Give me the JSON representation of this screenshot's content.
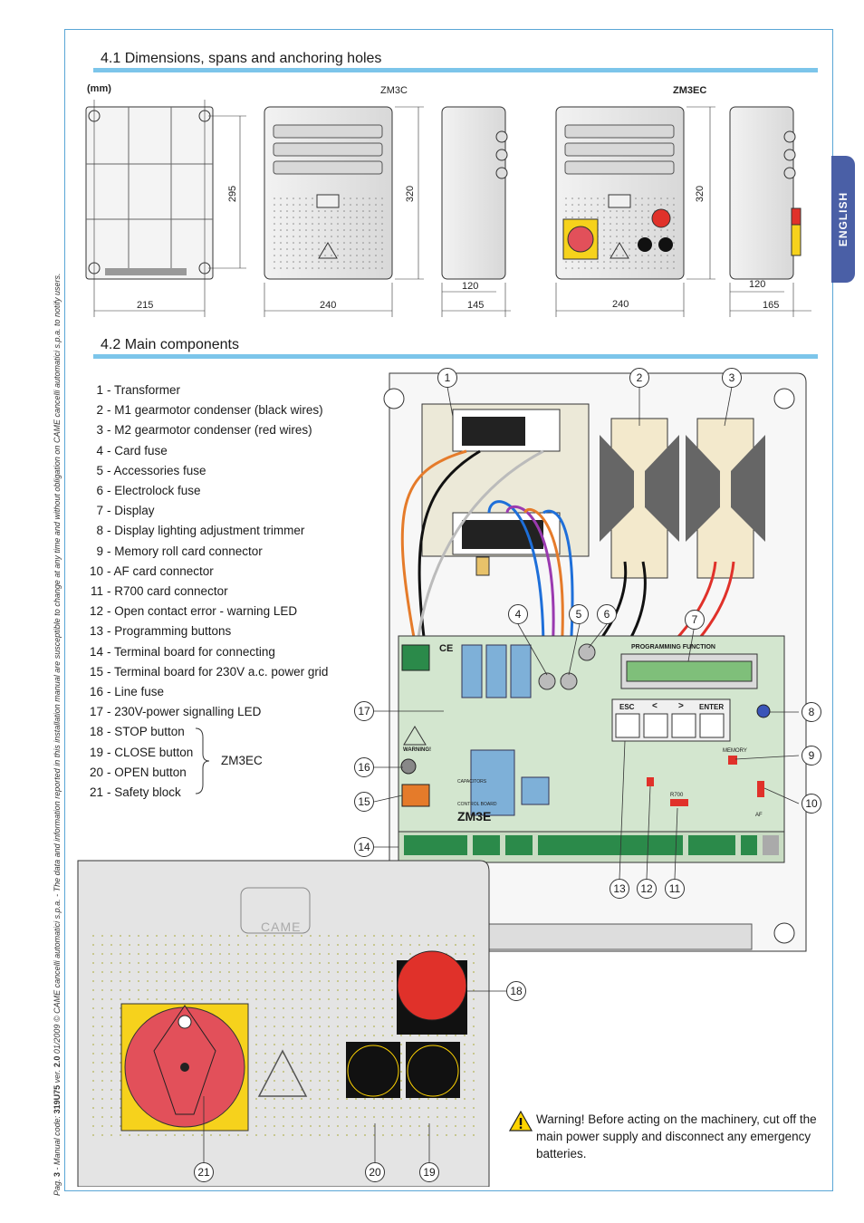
{
  "sidebar_tab": "ENGLISH",
  "footer": {
    "page_label": "Pag.",
    "page_number": "3",
    "manual_label": "- Manual code:",
    "manual_code": "319U75",
    "version_label": "ver.",
    "version": "2.0",
    "date": "01/2009",
    "copyright": "© CAME cancelli automatici s.p.a. - The data and information reported in this installation manual are susceptible to change at any time and without obligation on CAME cancelli automatici s.p.a. to notify users."
  },
  "section1": {
    "title": "4.1 Dimensions, spans and anchoring holes",
    "unit": "(mm)",
    "model_c": "ZM3C",
    "model_ec": "ZM3EC",
    "dims": {
      "back_width": "215",
      "back_height": "295",
      "front_c_width": "240",
      "front_c_height": "320",
      "side_c_inner": "120",
      "side_c_outer": "145",
      "front_ec_width": "240",
      "front_ec_height": "320",
      "side_ec_inner": "120",
      "side_ec_outer": "165"
    }
  },
  "section2": {
    "title": "4.2 Main components",
    "components": [
      {
        "num": "1",
        "label": "- Transformer"
      },
      {
        "num": "2",
        "label": "- M1 gearmotor condenser (black wires)"
      },
      {
        "num": "3",
        "label": "- M2 gearmotor condenser (red wires)"
      },
      {
        "num": "4",
        "label": "- Card fuse"
      },
      {
        "num": "5",
        "label": "- Accessories fuse"
      },
      {
        "num": "6",
        "label": "- Electrolock fuse"
      },
      {
        "num": "7",
        "label": "- Display"
      },
      {
        "num": "8",
        "label": "- Display lighting adjustment trimmer"
      },
      {
        "num": "9",
        "label": "- Memory roll card connector"
      },
      {
        "num": "10",
        "label": "-  AF card connector"
      },
      {
        "num": "11",
        "label": "- R700 card connector"
      },
      {
        "num": "12",
        "label": "- Open contact error - warning LED"
      },
      {
        "num": "13",
        "label": "- Programming buttons"
      },
      {
        "num": "14",
        "label": "- Terminal board for connecting"
      },
      {
        "num": "15",
        "label": "- Terminal board for 230V a.c. power grid"
      },
      {
        "num": "16",
        "label": "- Line fuse"
      },
      {
        "num": "17",
        "label": "- 230V-power signalling LED"
      },
      {
        "num": "18",
        "label": "- STOP button"
      },
      {
        "num": "19",
        "label": "- CLOSE button"
      },
      {
        "num": "20",
        "label": "- OPEN button"
      },
      {
        "num": "21",
        "label": "- Safety block"
      }
    ],
    "group_label": "ZM3EC",
    "board": {
      "prog_title": "PROGRAMMING FUNCTION",
      "btn_esc": "ESC",
      "btn_lt": "<",
      "btn_gt": ">",
      "btn_enter": "ENTER",
      "brand": "ZM3E",
      "control_board": "CONTROL BOARD",
      "warning": "WARNING!",
      "memory": "MEMORY",
      "r700": "R700",
      "af": "AF",
      "capacitors": "CAPACITORS",
      "ce": "CE",
      "came": "CAME"
    },
    "callouts": [
      "1",
      "2",
      "3",
      "4",
      "5",
      "6",
      "7",
      "8",
      "9",
      "10",
      "11",
      "12",
      "13",
      "14",
      "15",
      "16",
      "17",
      "18",
      "19",
      "20",
      "21"
    ]
  },
  "warning_text": "Warning! Before acting on the machinery, cut off the main power supply and disconnect any emergency batteries.",
  "colors": {
    "rule": "#7cc5ea",
    "frame": "#5aa6d6",
    "tab": "#4a5fa6",
    "stop_red": "#e0312a",
    "switch_yellow": "#f6d21c",
    "switch_red": "#e2505a",
    "board_green": "#d3e6cf"
  }
}
